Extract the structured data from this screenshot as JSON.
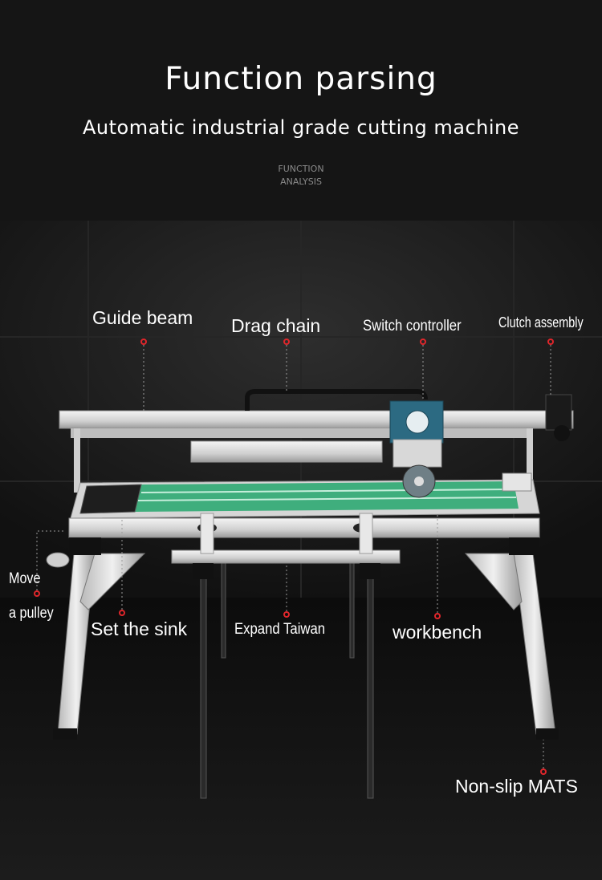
{
  "header": {
    "title": "Function parsing",
    "subtitle": "Automatic industrial grade cutting machine",
    "en_line1": "FUNCTION",
    "en_line2": "ANALYSIS"
  },
  "callouts": {
    "guide_beam": "Guide beam",
    "drag_chain": "Drag chain",
    "switch_controller": "Switch controller",
    "clutch_assembly": "Clutch assembly",
    "move_line1": "Move",
    "move_line2": "a pulley",
    "set_sink": "Set the sink",
    "expand_taiwan": "Expand Taiwan",
    "workbench": "workbench",
    "non_slip": "Non-slip MATS"
  },
  "colors": {
    "accent_dot": "#e0262b",
    "background": "#171717",
    "rail_green": "#3fae7d"
  }
}
